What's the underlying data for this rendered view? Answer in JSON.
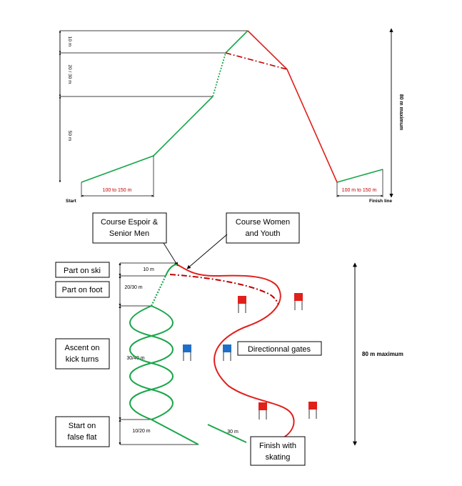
{
  "colors": {
    "green": "#1aa64a",
    "red": "#e0201b",
    "dark_red": "#c00000",
    "blue": "#1f6fc9",
    "black": "#000000"
  },
  "profile": {
    "segment_top": "10 m",
    "segment_middle": "20 / 30 m",
    "segment_bottom": "50 m",
    "start_flat": "100 to 150 m",
    "finish_flat": "100 m to 150 m",
    "start_label": "Start",
    "finish_label": "Finish line",
    "height_label": "80 m maximum"
  },
  "plan": {
    "course_espoir": [
      "Course Espoir &",
      "Senior Men"
    ],
    "course_women": [
      "Course Women",
      "and Youth"
    ],
    "left_labels": [
      [
        "Part on ski"
      ],
      [
        "Part on foot"
      ],
      [
        "Ascent on",
        "kick turns"
      ],
      [
        "Start on",
        "false flat"
      ]
    ],
    "dim_10": "10 m",
    "dim_20_30": "20/30 m",
    "dim_30_40": "30/40 m",
    "dim_10_20": "10/20 m",
    "dim_30": "30 m",
    "directional": "Directionnal gates",
    "finish": [
      "Finish with",
      "skating"
    ],
    "height_label": "80 m maximum"
  }
}
